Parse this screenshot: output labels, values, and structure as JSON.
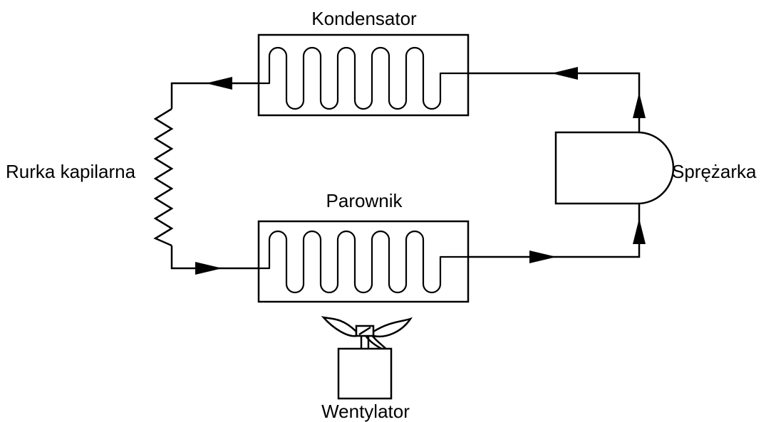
{
  "labels": {
    "condenser": "Kondensator",
    "evaporator": "Parownik",
    "compressor": "Sprężarka",
    "capillary": "Rurka kapilarna",
    "fan": "Wentylator"
  },
  "colors": {
    "line": "#000000",
    "background": "#ffffff"
  }
}
